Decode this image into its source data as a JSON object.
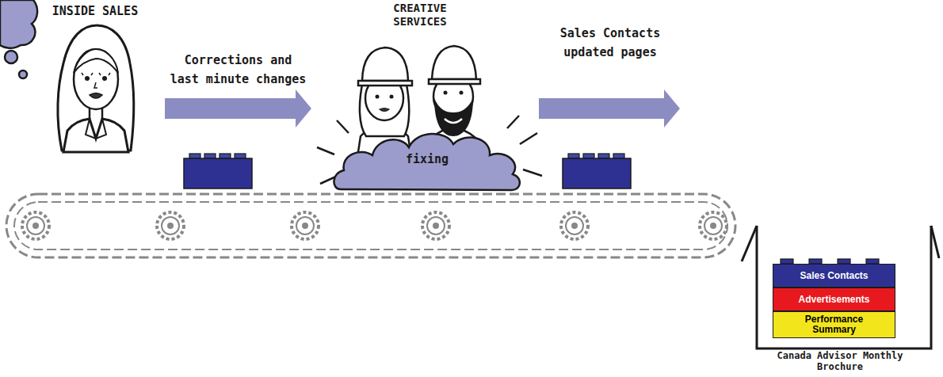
{
  "diagram": {
    "nodes": [
      {
        "text": [
          "INSIDE SALES"
        ]
      },
      {
        "text": [
          "CREATIVE SERVICES"
        ]
      },
      {
        "text": [
          "fixing"
        ],
        "in": 1
      },
      {
        "text": [
          "Canada Advisor Monthly Brochure"
        ]
      },
      {
        "text": [
          "Sales Contacts"
        ],
        "in": 3
      },
      {
        "text": [
          "Advertisements"
        ],
        "in": 3
      },
      {
        "text": [
          "Performance Summary"
        ],
        "in": 3
      }
    ],
    "edges": [
      {
        "from": 0,
        "to": 1,
        "arrow": "to",
        "label": "Corrections and last minute changes"
      }
    ],
    "labels": [
      "Sales Contacts updated pages"
    ]
  }
}
